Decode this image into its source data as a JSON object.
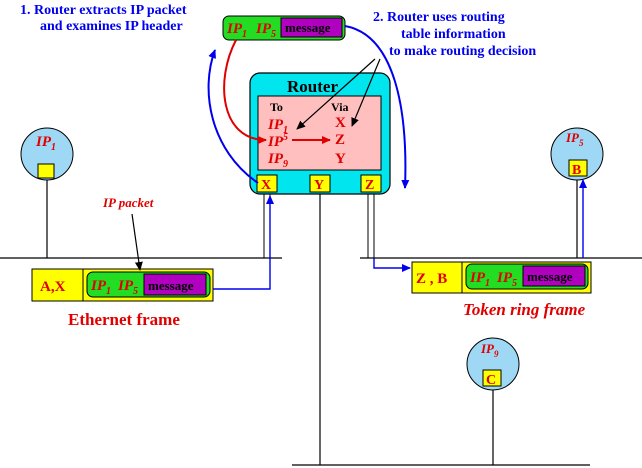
{
  "annotations": {
    "step1_line1": "1. Router extracts IP packet",
    "step1_line2": "and examines IP header",
    "step2_line1": "2. Router uses routing",
    "step2_line2": "table information",
    "step2_line3": "to make routing decision",
    "ip_packet": "IP packet",
    "ethernet_frame": "Ethernet frame",
    "token_ring_frame": "Token ring frame"
  },
  "router": {
    "title": "Router",
    "table_header_to": "To",
    "table_header_via": "Via",
    "table_rows": [
      {
        "to": "IP1",
        "via": "X"
      },
      {
        "to": "IP5",
        "via": "Z"
      },
      {
        "to": "IP9",
        "via": "Y"
      }
    ],
    "ports": [
      "X",
      "Y",
      "Z"
    ]
  },
  "packet": {
    "ip1": "IP1",
    "ip5": "IP5",
    "message": "message"
  },
  "ethernet_header": "A,X",
  "token_ring_header": "Z , B",
  "hosts": [
    {
      "ip": "IP1",
      "addr": ""
    },
    {
      "ip": "IP5",
      "addr": "B"
    },
    {
      "ip": "IP9",
      "addr": "C"
    }
  ],
  "colors": {
    "router_bg": "#00e5ee",
    "table_bg": "#ffbfbf",
    "packet_bg": "#22dd22",
    "message_bg": "#b000c0",
    "frame_bg": "#ffff00",
    "host_bg": "#9fd8f5",
    "arrow_blue": "#0000ee",
    "arrow_red": "#e00000"
  }
}
